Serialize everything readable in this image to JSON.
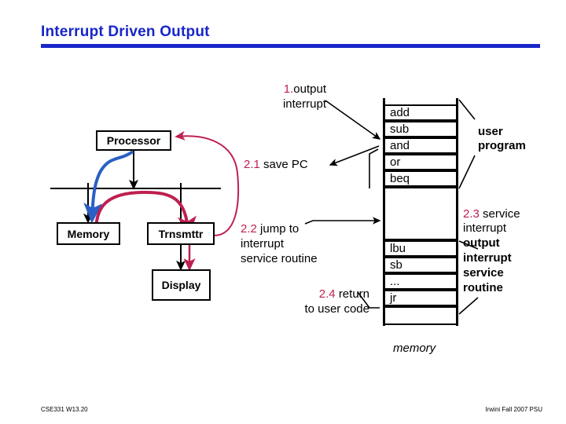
{
  "slide": {
    "title": "Interrupt Driven Output",
    "title_color": "#1826C8",
    "accent_step_color": "#BE2050",
    "bus_color": "#000000",
    "blue_arrow_color": "#2B5FC4",
    "red_arrow_color": "#BE2050"
  },
  "hardware": {
    "processor": "Processor",
    "memory": "Memory",
    "transmitter": "Trnsmttr",
    "display": "Display"
  },
  "memory_map": {
    "caption": "memory",
    "user_program_label": "user\nprogram",
    "user_program_line1": "user",
    "user_program_line2": "program",
    "cells": [
      {
        "text": "add"
      },
      {
        "text": "sub"
      },
      {
        "text": "and"
      },
      {
        "text": "or"
      },
      {
        "text": "beq"
      }
    ],
    "isr_cells": [
      {
        "text": "lbu"
      },
      {
        "text": "sb"
      },
      {
        "text": "..."
      },
      {
        "text": "jr"
      }
    ]
  },
  "annotations": {
    "step1": {
      "num": "1.",
      "text": "output",
      "text2": "interrupt"
    },
    "step21": {
      "num": "2.1",
      "text": "save PC"
    },
    "step22": {
      "num": "2.2",
      "text": "jump to",
      "text2": "interrupt",
      "text3": "service routine"
    },
    "step23": {
      "num": "2.3",
      "text": "service",
      "text2": "interrupt",
      "isr1": "output",
      "isr2": "interrupt",
      "isr3": "service",
      "isr4": "routine"
    },
    "step24": {
      "num": "2.4",
      "text": "return",
      "text2": "to user code"
    }
  },
  "footer": {
    "left": "CSE331  W13.20",
    "right": "Irwini Fall 2007 PSU"
  }
}
